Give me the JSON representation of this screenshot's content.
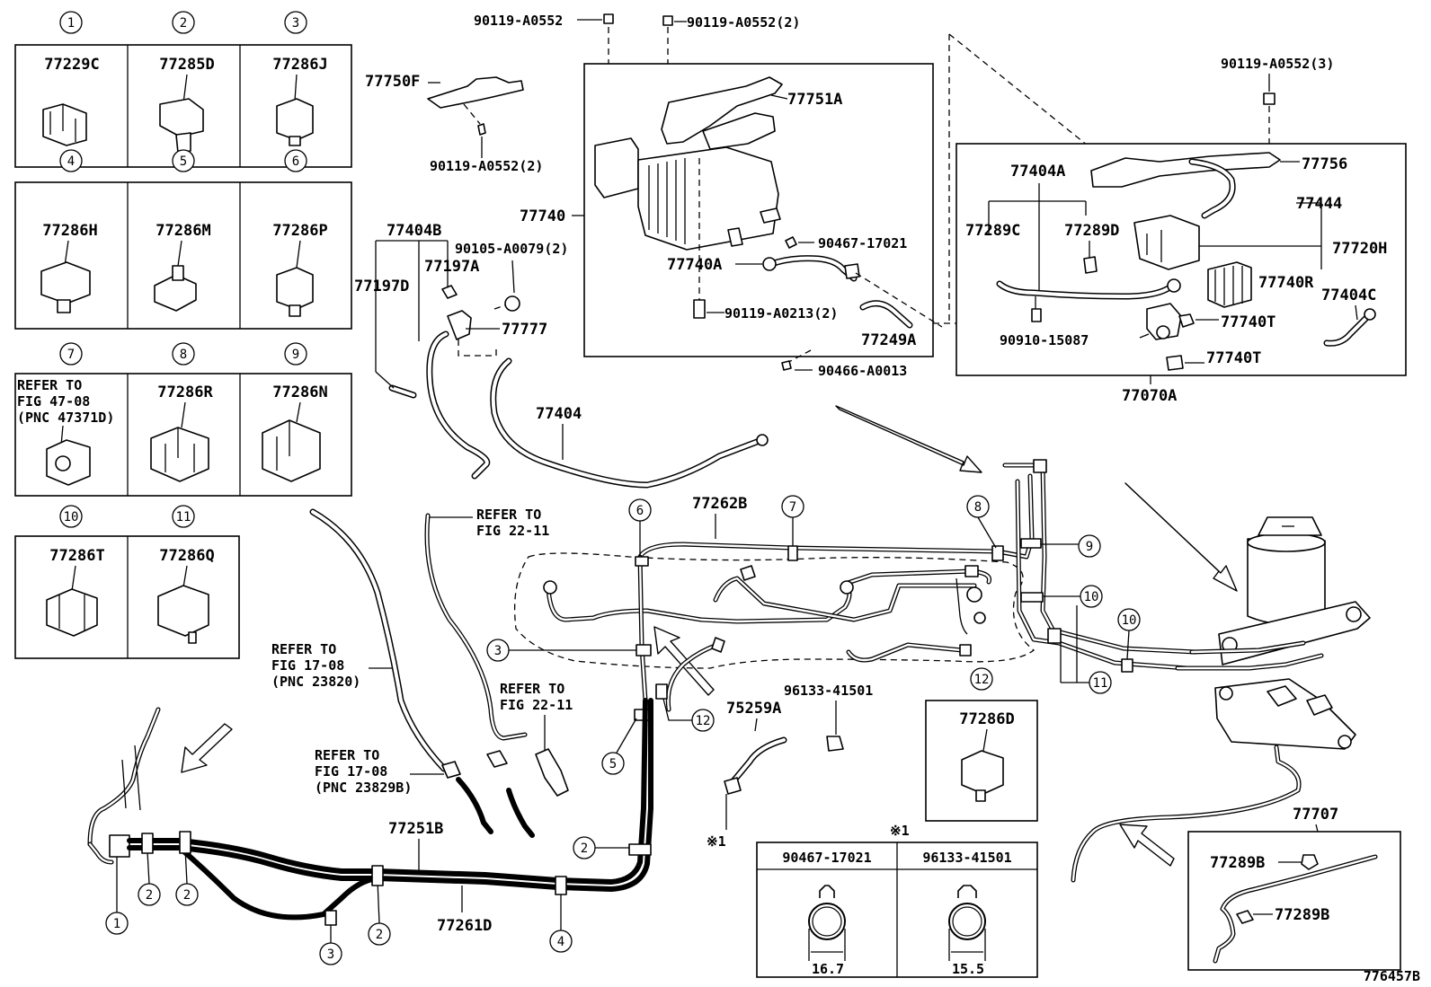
{
  "figure_id": "776457B",
  "clip_table": [
    {
      "num": "1",
      "part": "77229C"
    },
    {
      "num": "2",
      "part": "77285D"
    },
    {
      "num": "3",
      "part": "77286J"
    },
    {
      "num": "4",
      "part": "77286H"
    },
    {
      "num": "5",
      "part": "77286M"
    },
    {
      "num": "6",
      "part": "77286P"
    },
    {
      "num": "7",
      "refer": [
        "REFER TO",
        "FIG 47-08",
        "(PNC 47371D)"
      ]
    },
    {
      "num": "8",
      "part": "77286R"
    },
    {
      "num": "9",
      "part": "77286N"
    },
    {
      "num": "10",
      "part": "77286T"
    },
    {
      "num": "11",
      "part": "77286Q"
    }
  ],
  "clip_12": {
    "num": "12",
    "part": "77286D"
  },
  "clamp_table": {
    "mark": "※1",
    "cols": [
      {
        "part": "90467-17021",
        "dim": "16.7"
      },
      {
        "part": "96133-41501",
        "dim": "15.5"
      }
    ]
  },
  "labels": {
    "bolt_top1": "90119-A0552",
    "bolt_top2": "90119-A0552(2)",
    "bolt_right": "90119-A0552(3)",
    "bracket_f": "77750F",
    "bolt_f": "90119-A0552(2)",
    "canister_ref": "77740",
    "bracket_751a": "77751A",
    "clamp_21": "90467-17021",
    "hose_740a": "77740A",
    "bolt_0213": "90119-A0213(2)",
    "hose_249a": "77249A",
    "clamp_0013": "90466-A0013",
    "hose_404b": "77404B",
    "screw_0079": "90105-A0079(2)",
    "hose_197d": "77197D",
    "clip_197a": "77197A",
    "bracket_777": "77777",
    "hose_404": "77404",
    "bracket_756": "77756",
    "hose_404a": "77404A",
    "hose_444": "77444",
    "clip_289c": "77289C",
    "clip_289d": "77289D",
    "pump_720h": "77720H",
    "filter_740r": "77740R",
    "hose_404c": "77404C",
    "nut_740t_1": "77740T",
    "nut_740t_2": "77740T",
    "clip_15087": "90910-15087",
    "assy_070a": "77070A",
    "tube_262b": "77262B",
    "tube_251b": "77251B",
    "tube_261d": "77261D",
    "hose_259a": "75259A",
    "clamp_41501": "96133-41501",
    "clamp_mark": "※1",
    "tube_707": "77707",
    "clip_289b_1": "77289B",
    "clip_289b_2": "77289B"
  },
  "refers": {
    "fig22_top": [
      "REFER TO",
      "FIG 22-11"
    ],
    "fig17_a": [
      "REFER TO",
      "FIG 17-08",
      "(PNC 23820)"
    ],
    "fig22_mid": [
      "REFER TO",
      "FIG 22-11"
    ],
    "fig17_b": [
      "REFER TO",
      "FIG 17-08",
      "(PNC 23829B)"
    ]
  },
  "callouts": {
    "c6": "6",
    "c7": "7",
    "c8": "8",
    "c9": "9",
    "c10a": "10",
    "c10b": "10",
    "c3a": "3",
    "c11": "11",
    "c12a": "12",
    "c5": "5",
    "c2a": "2",
    "c1": "1",
    "c2b": "2",
    "c2c": "2",
    "c3b": "3",
    "c2d": "2",
    "c4": "4"
  }
}
